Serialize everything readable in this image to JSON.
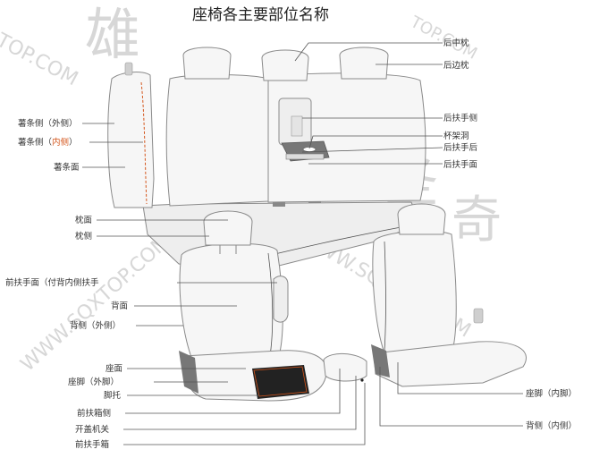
{
  "title": "座椅各主要部位名称",
  "watermark": {
    "url": "WWW.SQXTOP.COM",
    "url_short": "TOP.COM",
    "brand_1": "雄",
    "brand_2": "圣",
    "brand_3": "奇",
    "brand_4": "雄"
  },
  "colors": {
    "highlight": "#d4561c",
    "lines": "#555555",
    "seat_fill": "#f6f6f6",
    "shadow": "#777777",
    "footrest": "#222222"
  },
  "labels": {
    "rear_middle_headrest": "后中枕",
    "rear_side_headrest": "后边枕",
    "rear_armrest_side": "后扶手侧",
    "cup_holder": "杯架洞",
    "rear_armrest_back": "后扶手后",
    "rear_armrest_face": "后扶手面",
    "bolster_side_outer": "薯条侧（外侧）",
    "bolster_side_inner_prefix": "薯条侧（",
    "bolster_side_inner_highlight": "内侧",
    "bolster_side_inner_suffix": "）",
    "bolster_face": "薯条面",
    "headrest_face": "枕面",
    "headrest_side": "枕侧",
    "front_armrest_face": "前扶手面（付背内侧扶手",
    "back_face": "背面",
    "back_side_outer": "背侧（外侧）",
    "seat_face": "座面",
    "seat_foot_outer": "座脚（外脚）",
    "foot_rest": "脚托",
    "front_box_side": "前扶箱侧",
    "lid_switch": "开盖机关",
    "front_armrest_box": "前扶手箱",
    "seat_foot_inner": "座脚（内脚）",
    "back_side_inner": "背侧（内侧）"
  }
}
